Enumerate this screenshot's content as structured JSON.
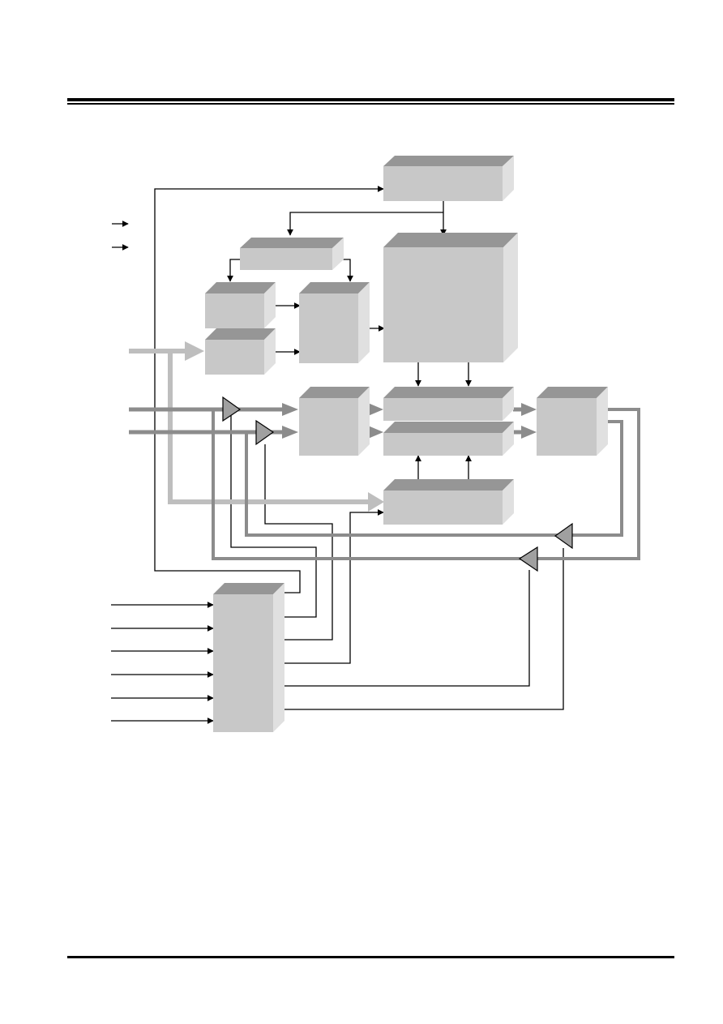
{
  "colors": {
    "block_front": "#c8c8c8",
    "block_top": "#969696",
    "block_side": "#e0e0e0",
    "control_line": "#000000",
    "bus_dark": "#8c8c8c",
    "bus_light": "#bebebe",
    "buffer_fill": "#a0a0a0"
  },
  "diagram": {
    "blocks": [
      "top-control-block",
      "central-array-block",
      "upper-small-block",
      "left-upper-block",
      "left-lower-block",
      "middle-block",
      "center-upper-block",
      "center-lower-block",
      "right-output-block",
      "lower-center-block",
      "control-logic-block"
    ],
    "legend": [
      "control-signal-arrow",
      "data-signal-arrow"
    ],
    "input_pins": 6,
    "buffers": 4
  }
}
